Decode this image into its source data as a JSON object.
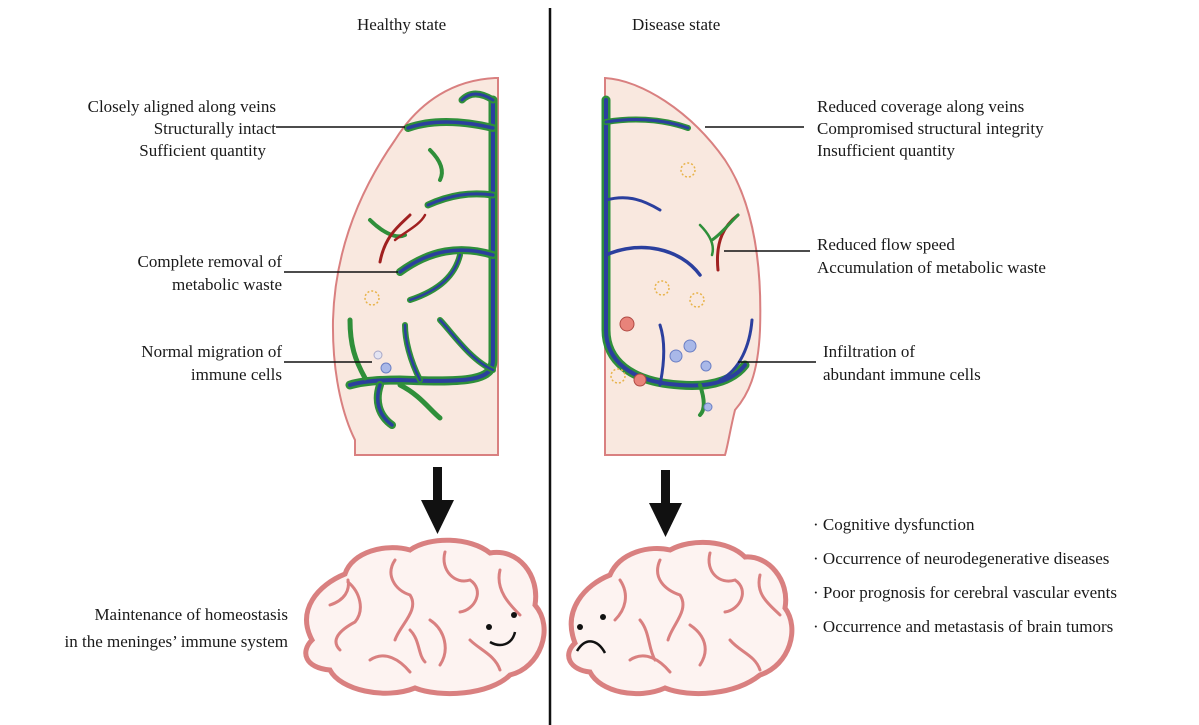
{
  "headings": {
    "healthy": "Healthy state",
    "disease": "Disease state"
  },
  "healthy": {
    "veins": [
      "Closely aligned along veins",
      "Structurally intact",
      "Sufficient quantity"
    ],
    "waste": [
      "Complete removal of",
      "metabolic waste"
    ],
    "immune": [
      "Normal migration of",
      "immune cells"
    ],
    "outcome": [
      "Maintenance of homeostasis",
      "in the meninges’ immune system"
    ]
  },
  "disease": {
    "veins": [
      "Reduced coverage along veins",
      "Compromised structural integrity",
      "Insufficient quantity"
    ],
    "waste": [
      "Reduced flow speed",
      "Accumulation of metabolic waste"
    ],
    "immune": [
      "Infiltration of",
      "abundant immune cells"
    ],
    "outcomes": [
      "· Cognitive dysfunction",
      "· Occurrence of neurodegenerative diseases",
      "· Poor prognosis for cerebral vascular events",
      "· Occurrence and metastasis of brain tumors"
    ]
  },
  "colors": {
    "outline": "#d98080",
    "fill": "#f9e8df",
    "vein": "#2b3f9e",
    "lymph": "#2f8f3a",
    "artery": "#a02020"
  }
}
